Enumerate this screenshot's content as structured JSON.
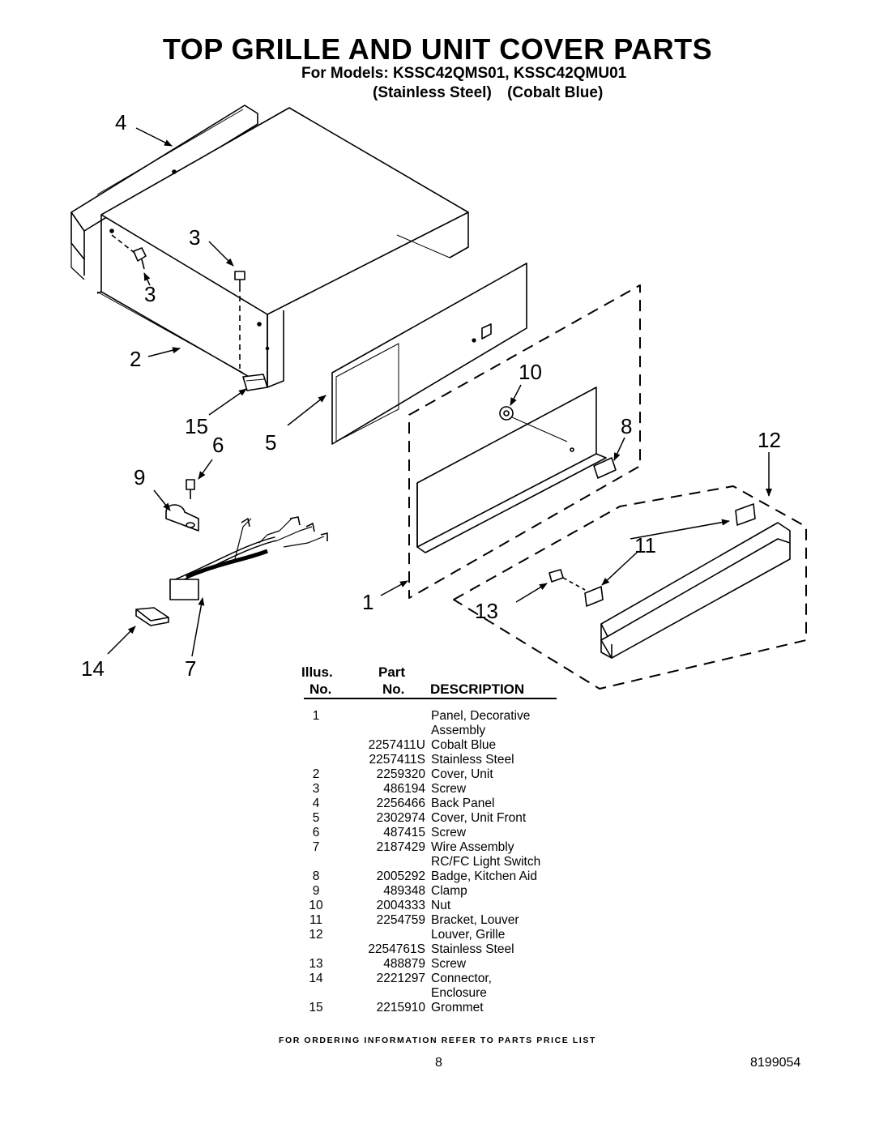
{
  "header": {
    "title": "TOP GRILLE AND UNIT COVER PARTS",
    "models": "For Models: KSSC42QMS01, KSSC42QMU01",
    "variant_1": "(Stainless Steel)",
    "variant_2": "(Cobalt Blue)"
  },
  "callouts": {
    "c1": "1",
    "c2": "2",
    "c3a": "3",
    "c3b": "3",
    "c4": "4",
    "c5": "5",
    "c6": "6",
    "c7": "7",
    "c8": "8",
    "c9": "9",
    "c10": "10",
    "c11": "11",
    "c12": "12",
    "c13": "13",
    "c14": "14",
    "c15": "15"
  },
  "table": {
    "illus_top": "Illus.",
    "illus_bottom": "No.",
    "part_top": "Part",
    "part_bottom": "No.",
    "description": "DESCRIPTION",
    "rows": [
      {
        "illus": "1",
        "part": "",
        "desc": "Panel, Decorative"
      },
      {
        "illus": "",
        "part": "",
        "desc": "Assembly"
      },
      {
        "illus": "",
        "part": "2257411U",
        "desc": "Cobalt Blue"
      },
      {
        "illus": "",
        "part": "2257411S",
        "desc": "Stainless Steel"
      },
      {
        "illus": "2",
        "part": "2259320",
        "desc": "Cover, Unit"
      },
      {
        "illus": "3",
        "part": "486194",
        "desc": "Screw"
      },
      {
        "illus": "4",
        "part": "2256466",
        "desc": "Back Panel"
      },
      {
        "illus": "5",
        "part": "2302974",
        "desc": "Cover, Unit Front"
      },
      {
        "illus": "6",
        "part": "487415",
        "desc": "Screw"
      },
      {
        "illus": "7",
        "part": "2187429",
        "desc": "Wire Assembly"
      },
      {
        "illus": "",
        "part": "",
        "desc": "RC/FC Light Switch"
      },
      {
        "illus": "8",
        "part": "2005292",
        "desc": "Badge, Kitchen Aid"
      },
      {
        "illus": "9",
        "part": "489348",
        "desc": "Clamp"
      },
      {
        "illus": "10",
        "part": "2004333",
        "desc": "Nut"
      },
      {
        "illus": "11",
        "part": "2254759",
        "desc": "Bracket, Louver"
      },
      {
        "illus": "12",
        "part": "",
        "desc": "Louver, Grille"
      },
      {
        "illus": "",
        "part": "2254761S",
        "desc": "Stainless Steel"
      },
      {
        "illus": "13",
        "part": "488879",
        "desc": "Screw"
      },
      {
        "illus": "14",
        "part": "2221297",
        "desc": "Connector,"
      },
      {
        "illus": "",
        "part": "",
        "desc": "Enclosure"
      },
      {
        "illus": "15",
        "part": "2215910",
        "desc": "Grommet"
      }
    ]
  },
  "footer": {
    "note": "FOR ORDERING INFORMATION REFER TO PARTS PRICE LIST",
    "page": "8",
    "doc_number": "8199054"
  }
}
